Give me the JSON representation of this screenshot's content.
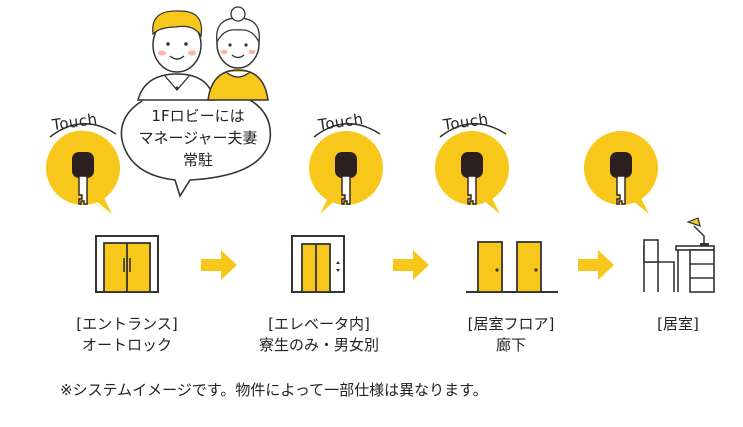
{
  "touch_label": "Touch",
  "manager_bubble": {
    "line1": "1Fロビーには",
    "line2": "マネージャー夫妻",
    "line3": "常駐"
  },
  "steps": [
    {
      "line1": "[エントランス]",
      "line2": "オートロック"
    },
    {
      "line1": "[エレベータ内]",
      "line2": "寮生のみ・男女別"
    },
    {
      "line1": "[居室フロア]",
      "line2": "廊下"
    },
    {
      "line1": "[居室]",
      "line2": ""
    }
  ],
  "footnote": "※システムイメージです。物件によって一部仕様は異なります。",
  "colors": {
    "accent": "#f7c81b",
    "line": "#333333"
  }
}
